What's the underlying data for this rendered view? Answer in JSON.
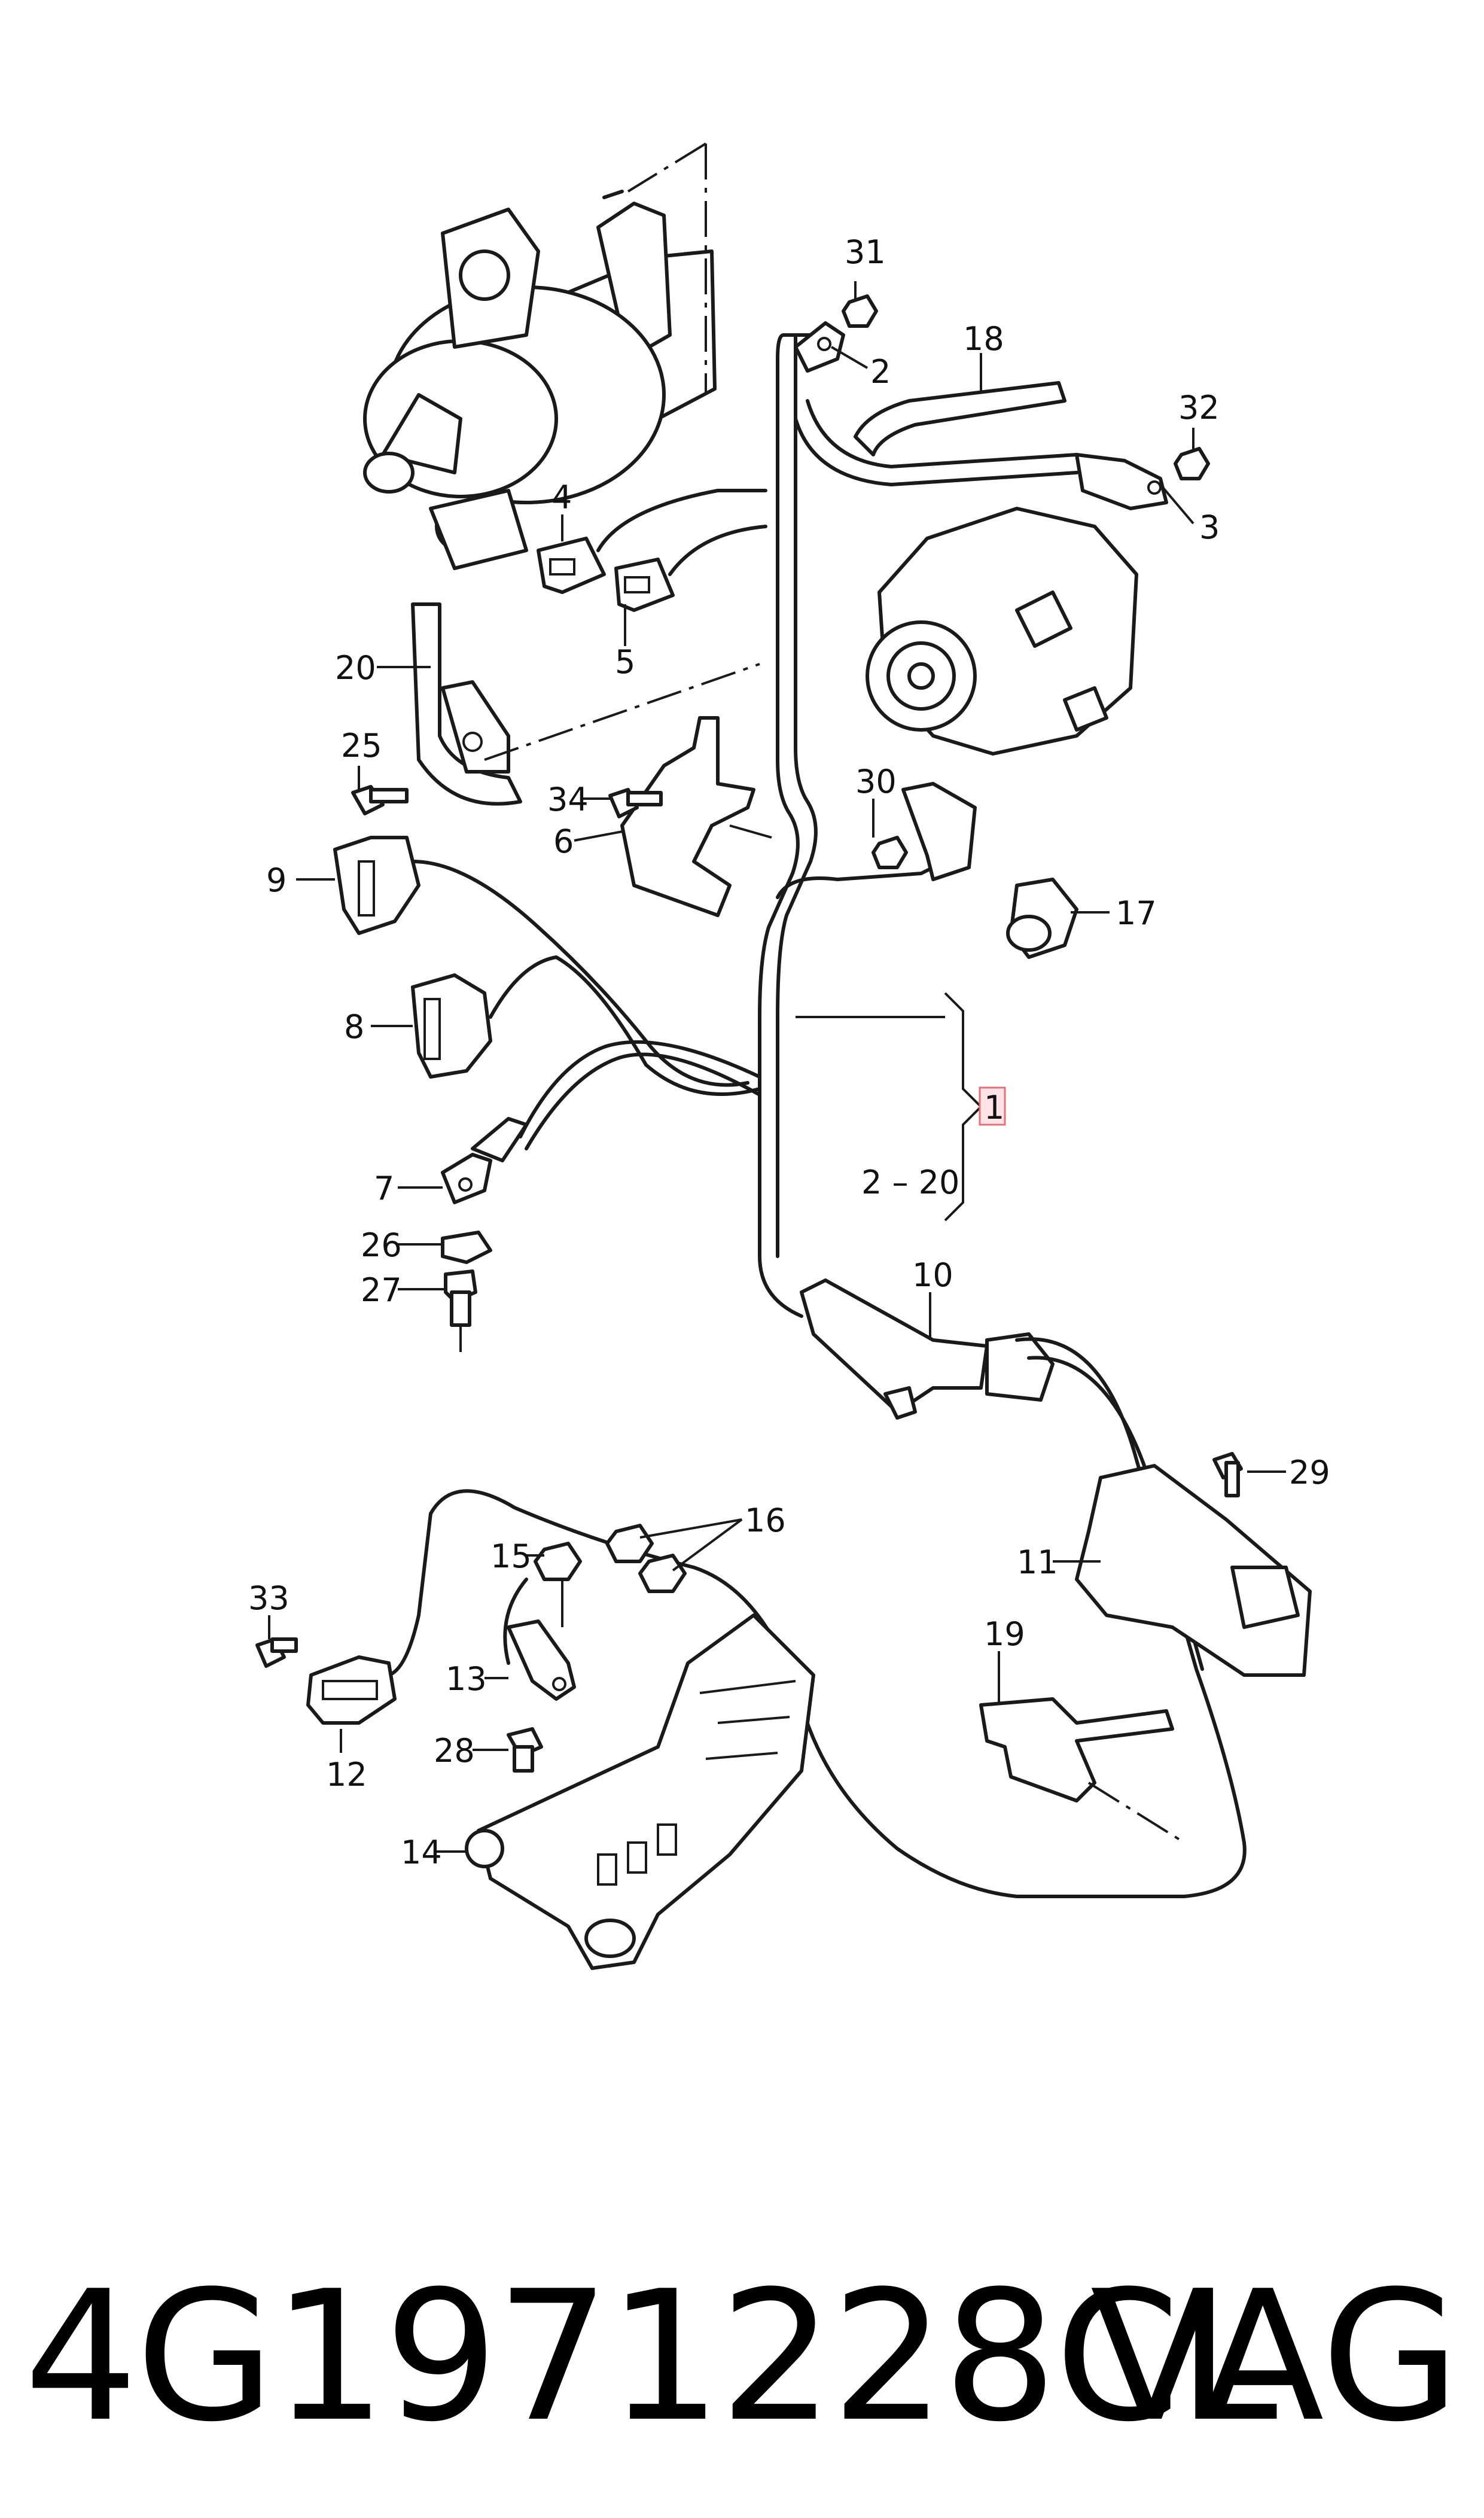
{
  "footer": {
    "part_number": "4G1971228CL",
    "brand": "VAG"
  },
  "callouts": {
    "c1": "1",
    "c2": "2",
    "c3": "3",
    "c4": "4",
    "c5": "5",
    "c6": "6",
    "c7": "7",
    "c8": "8",
    "c9": "9",
    "c10": "10",
    "c11": "11",
    "c12": "12",
    "c13": "13",
    "c14": "14",
    "c15": "15",
    "c16": "16",
    "c17": "17",
    "c18": "18",
    "c19": "19",
    "c20": "20",
    "c25": "25",
    "c26": "26",
    "c27": "27",
    "c28": "28",
    "c29": "29",
    "c30": "30",
    "c31": "31",
    "c32": "32",
    "c33": "33",
    "c34": "34",
    "range": "2 – 20"
  },
  "colors": {
    "line": "#1a1a1a",
    "highlight_fill": "#ffe3e6",
    "highlight_stroke": "#e4707c"
  }
}
